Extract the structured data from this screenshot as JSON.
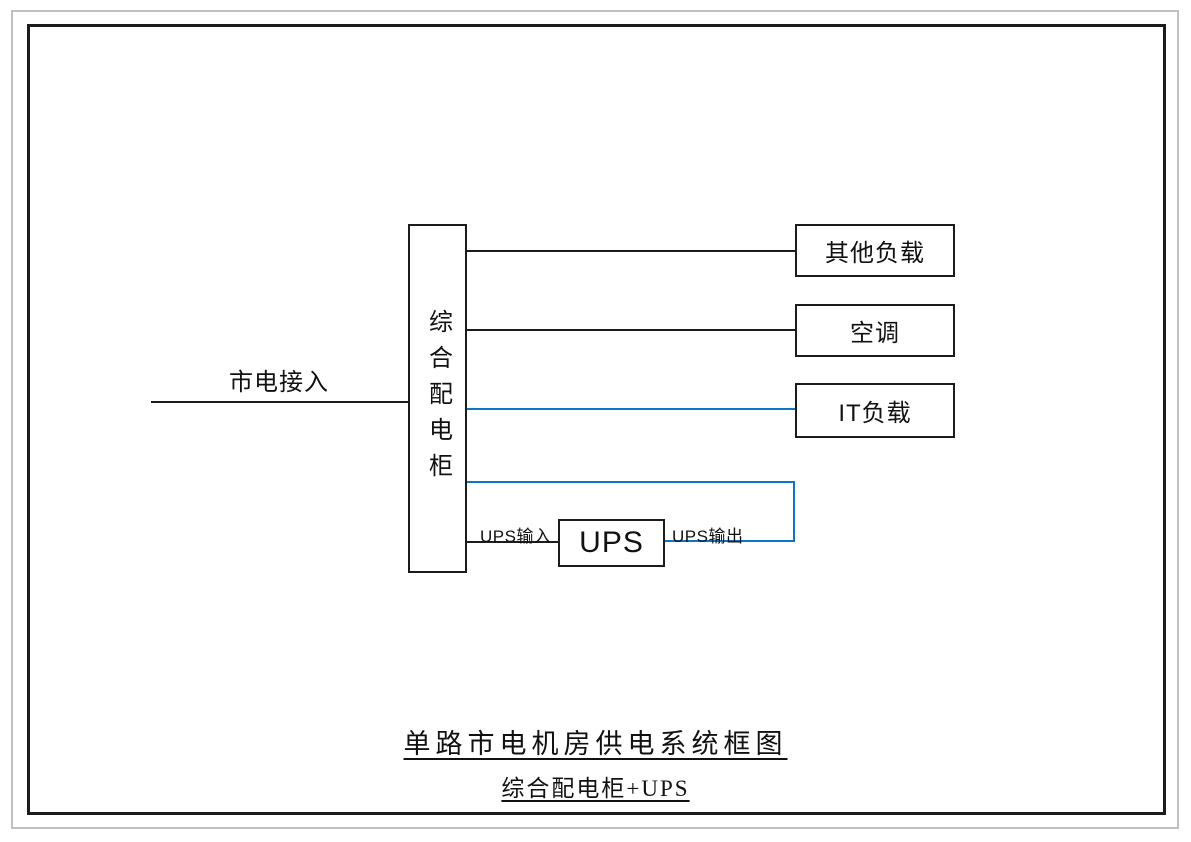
{
  "diagram": {
    "mains_label": "市电接入",
    "cabinet_label": "综合配电柜",
    "loads": [
      {
        "label": "其他负载",
        "wire_color": "black"
      },
      {
        "label": "空调",
        "wire_color": "black"
      },
      {
        "label": "IT负载",
        "wire_color": "blue"
      }
    ],
    "ups": {
      "label": "UPS",
      "input_label": "UPS输入",
      "output_label": "UPS输出"
    },
    "title": {
      "line1": "单路市电机房供电系统框图",
      "line2": "综合配电柜+UPS"
    },
    "colors": {
      "connection_blue": "#0d76c9",
      "line_black": "#1c1c1c",
      "frame_gray": "#c0c0c0",
      "box_border": "#1c1c1c",
      "background": "#ffffff"
    }
  }
}
